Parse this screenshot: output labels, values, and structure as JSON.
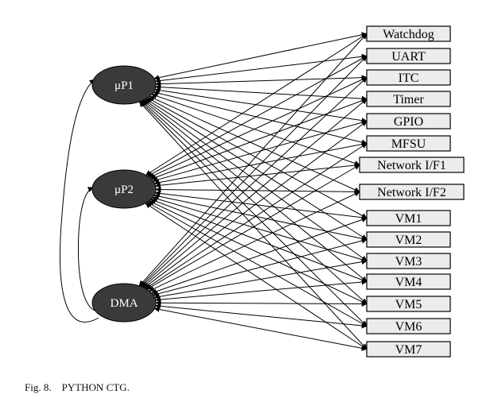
{
  "figure": {
    "masters": [
      {
        "id": "up1",
        "label": "μP1"
      },
      {
        "id": "up2",
        "label": "μP2"
      },
      {
        "id": "dma",
        "label": "DMA"
      }
    ],
    "slaves": [
      {
        "id": "watchdog",
        "label": "Watchdog"
      },
      {
        "id": "uart",
        "label": "UART"
      },
      {
        "id": "itc",
        "label": "ITC"
      },
      {
        "id": "timer",
        "label": "Timer"
      },
      {
        "id": "gpio",
        "label": "GPIO"
      },
      {
        "id": "mfsu",
        "label": "MFSU"
      },
      {
        "id": "netif1",
        "label": "Network I/F1"
      },
      {
        "id": "netif2",
        "label": "Network I/F2"
      },
      {
        "id": "vm1",
        "label": "VM1"
      },
      {
        "id": "vm2",
        "label": "VM2"
      },
      {
        "id": "vm3",
        "label": "VM3"
      },
      {
        "id": "vm4",
        "label": "VM4"
      },
      {
        "id": "vm5",
        "label": "VM5"
      },
      {
        "id": "vm6",
        "label": "VM6"
      },
      {
        "id": "vm7",
        "label": "VM7"
      }
    ],
    "edges": "every master has a bidirectional arrow to every slave",
    "master_links": [
      {
        "from": "dma",
        "to": "up1"
      },
      {
        "from": "dma",
        "to": "up2"
      }
    ],
    "colors": {
      "node_fill": "#3a3a3a",
      "box_fill": "#ececec"
    }
  },
  "caption": {
    "label": "Fig. 8.",
    "text": "PYTHON CTG."
  }
}
